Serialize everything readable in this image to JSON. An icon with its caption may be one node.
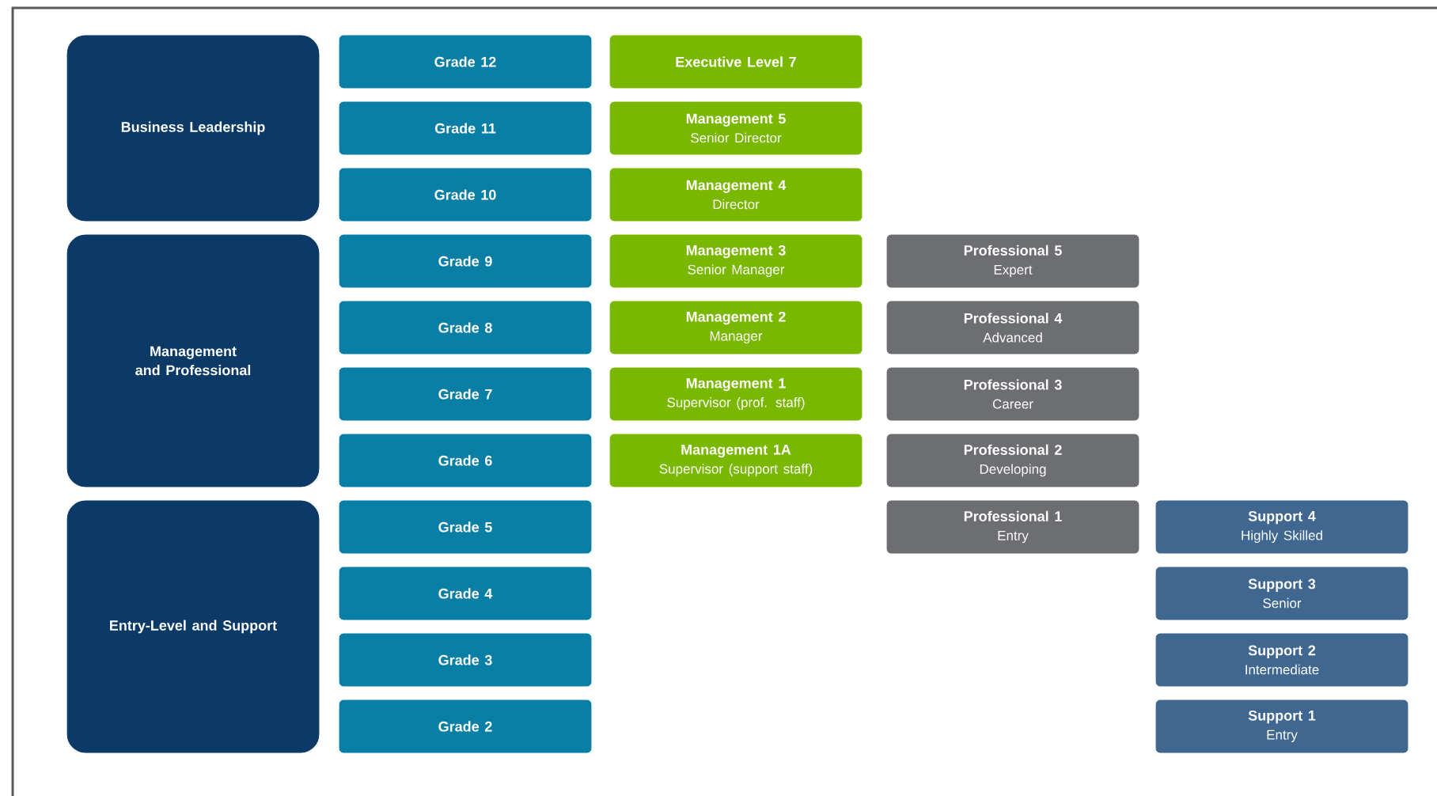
{
  "diagram": {
    "nodes": [
      {
        "text": [
          "Business Leadership"
        ]
      },
      {
        "text": [
          "Management and Professional"
        ]
      },
      {
        "text": [
          "Entry-Level and Support"
        ]
      },
      {
        "text": [
          "Grade 12"
        ]
      },
      {
        "text": [
          "Grade 11"
        ]
      },
      {
        "text": [
          "Grade 10"
        ]
      },
      {
        "text": [
          "Grade 9"
        ]
      },
      {
        "text": [
          "Grade 8"
        ]
      },
      {
        "text": [
          "Grade 7"
        ]
      },
      {
        "text": [
          "Grade 6"
        ]
      },
      {
        "text": [
          "Grade 5"
        ]
      },
      {
        "text": [
          "Grade 4"
        ]
      },
      {
        "text": [
          "Grade 3"
        ]
      },
      {
        "text": [
          "Grade 2"
        ]
      },
      {
        "text": [
          "Executive Level 7"
        ]
      },
      {
        "text": [
          "Management 5",
          "Senior Director"
        ]
      },
      {
        "text": [
          "Management 4",
          "Director"
        ]
      },
      {
        "text": [
          "Management 3",
          "Senior Manager"
        ]
      },
      {
        "text": [
          "Management 2",
          "Manager"
        ]
      },
      {
        "text": [
          "Management 1",
          "Supervisor (prof. staff)"
        ]
      },
      {
        "text": [
          "Management 1A",
          "Supervisor (support staff)"
        ]
      },
      {
        "text": [
          "Professional 5",
          "Expert"
        ]
      },
      {
        "text": [
          "Professional 4",
          "Advanced"
        ]
      },
      {
        "text": [
          "Professional 3",
          "Career"
        ]
      },
      {
        "text": [
          "Professional 2",
          "Developing"
        ]
      },
      {
        "text": [
          "Professional 1",
          "Entry"
        ]
      },
      {
        "text": [
          "Support 4",
          "Highly Skilled"
        ]
      },
      {
        "text": [
          "Support 3",
          "Senior"
        ]
      },
      {
        "text": [
          "Support 2",
          "Intermediate"
        ]
      },
      {
        "text": [
          "Support 1",
          "Entry"
        ]
      }
    ]
  }
}
